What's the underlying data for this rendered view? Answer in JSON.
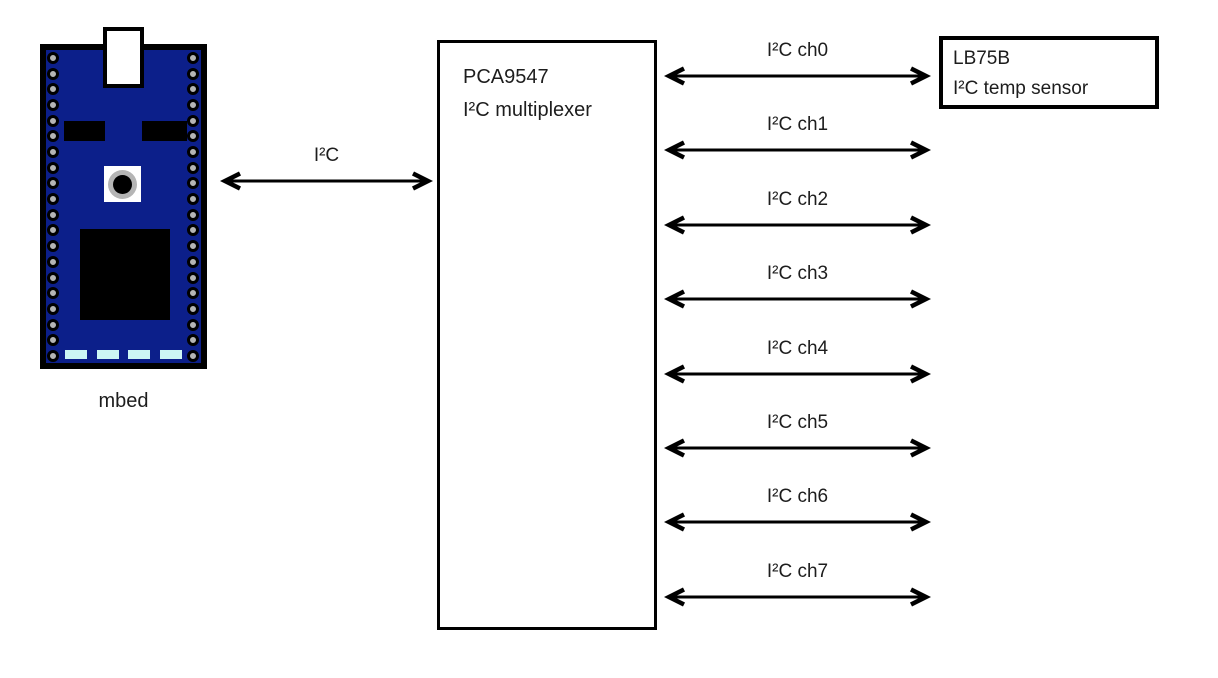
{
  "diagram": {
    "board": {
      "label": "mbed"
    },
    "bus": {
      "label": "I²C"
    },
    "multiplexer": {
      "name": "PCA9547",
      "description": "I²C multiplexer"
    },
    "sensor": {
      "name": "LB75B",
      "description": "I²C temp sensor"
    },
    "channels": [
      {
        "label": "I²C ch0"
      },
      {
        "label": "I²C ch1"
      },
      {
        "label": "I²C ch2"
      },
      {
        "label": "I²C ch3"
      },
      {
        "label": "I²C ch4"
      },
      {
        "label": "I²C ch5"
      },
      {
        "label": "I²C ch6"
      },
      {
        "label": "I²C ch7"
      }
    ],
    "colors": {
      "board_blue": "#0c1f8a",
      "pin_gray": "#b5b5b5",
      "led_cyan": "#ccf6f4",
      "line_black": "#000000"
    }
  }
}
